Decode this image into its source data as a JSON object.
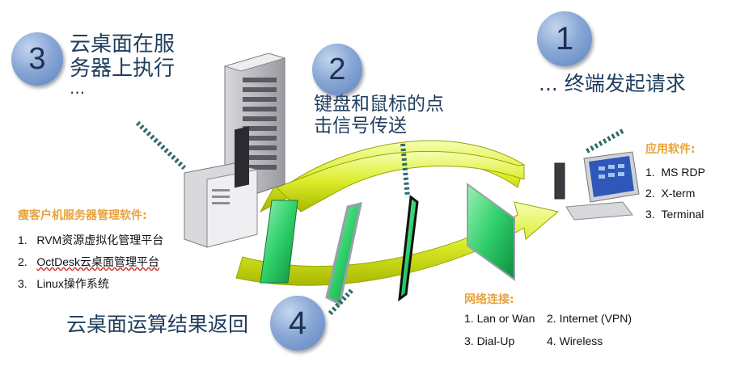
{
  "steps": [
    {
      "number": "1",
      "text": "... 终端发起请求"
    },
    {
      "number": "2",
      "text": "键盘和鼠标的点击信号传送"
    },
    {
      "number": "3",
      "text": "云桌面在服务器上执行..."
    },
    {
      "number": "4",
      "text": "云桌面运算结果返回"
    }
  ],
  "step2_lines": [
    "键盘和鼠标的点",
    "击信号传送"
  ],
  "step3_lines": [
    "云桌面在服",
    "务器上执行",
    "..."
  ],
  "app_software": {
    "title": "应用软件:",
    "items": [
      "MS RDP",
      "X-term",
      "Terminal"
    ]
  },
  "thin_client_software": {
    "title": "瘦客户机服务器管理软件:",
    "items": [
      "RVM资源虚拟化管理平台",
      "OctDesk云桌面管理平台",
      "Linux操作系统"
    ]
  },
  "network": {
    "title": "网络连接:",
    "items": [
      "1. Lan or Wan",
      "2. Internet  (VPN)",
      "3. Dial-Up",
      "4. Wireless"
    ]
  },
  "colors": {
    "arrow_yellow": "#e0f03a",
    "panel_green": "#22c063",
    "bubble_blue": "#7a9ccf",
    "title_orange": "#e8a23a"
  }
}
